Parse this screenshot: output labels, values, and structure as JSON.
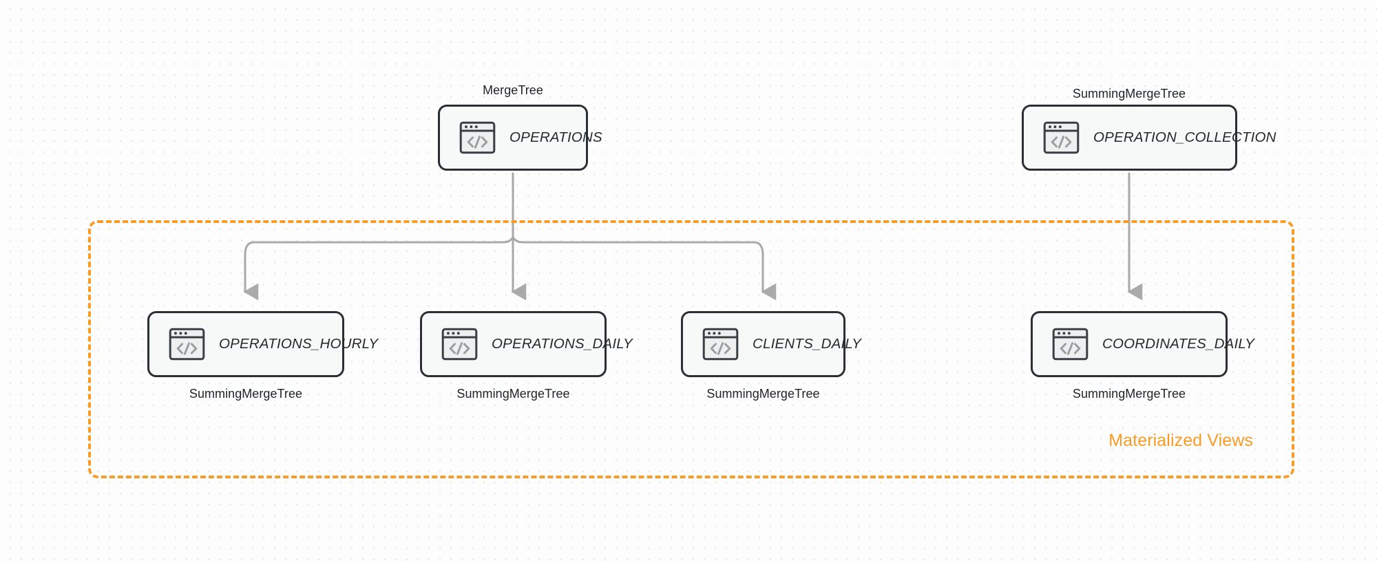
{
  "diagram": {
    "title": "ClickHouse table and materialized view lineage",
    "colors": {
      "accent_orange": "#f89c25",
      "node_border": "#2b2f33",
      "node_fill": "#f7f8f8",
      "edge_gray": "#aaaaaa",
      "background": "#fdfdfd",
      "grid_dot": "#e6e4e2"
    },
    "group": {
      "label": "Materialized Views",
      "style": "dashed"
    },
    "source_nodes": [
      {
        "id": "operations",
        "label": "OPERATIONS",
        "engine": "MergeTree",
        "engine_position": "above",
        "icon": "code-window-icon"
      },
      {
        "id": "operation_collection",
        "label": "OPERATION_COLLECTION",
        "engine": "SummingMergeTree",
        "engine_position": "above",
        "icon": "code-window-icon"
      }
    ],
    "view_nodes": [
      {
        "id": "operations_hourly",
        "label": "OPERATIONS_HOURLY",
        "engine": "SummingMergeTree",
        "engine_position": "below",
        "icon": "code-window-icon"
      },
      {
        "id": "operations_daily",
        "label": "OPERATIONS_DAILY",
        "engine": "SummingMergeTree",
        "engine_position": "below",
        "icon": "code-window-icon"
      },
      {
        "id": "clients_daily",
        "label": "CLIENTS_DAILY",
        "engine": "SummingMergeTree",
        "engine_position": "below",
        "icon": "code-window-icon"
      },
      {
        "id": "coordinates_daily",
        "label": "COORDINATES_DAILY",
        "engine": "SummingMergeTree",
        "engine_position": "below",
        "icon": "code-window-icon"
      }
    ],
    "edges": [
      {
        "from": "operations",
        "to": "operations_hourly",
        "arrow": "end"
      },
      {
        "from": "operations",
        "to": "operations_daily",
        "arrow": "end"
      },
      {
        "from": "operations",
        "to": "clients_daily",
        "arrow": "end"
      },
      {
        "from": "operation_collection",
        "to": "coordinates_daily",
        "arrow": "end"
      }
    ]
  }
}
